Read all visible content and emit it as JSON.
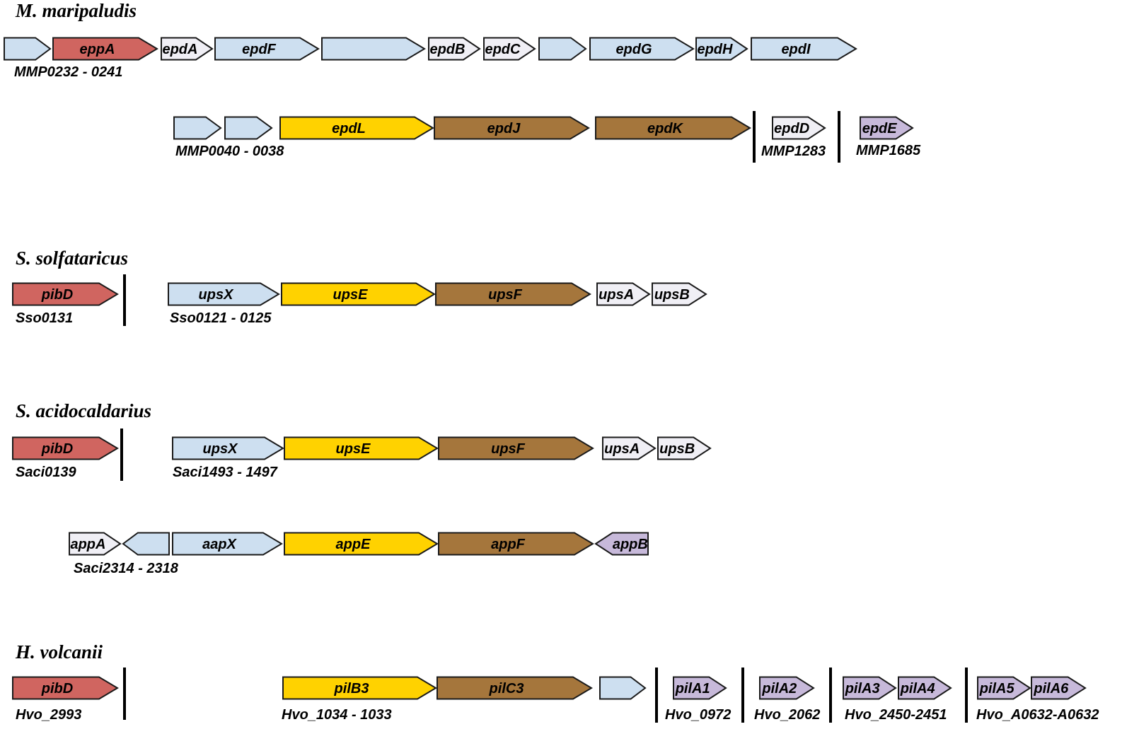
{
  "colors": {
    "red": "#d06560",
    "lightblue": "#cddff0",
    "yellow": "#ffd200",
    "brown": "#a5763c",
    "white": "#f0eff5",
    "purple": "#c7b9da",
    "stroke": "#1a1a1a"
  },
  "organisms": [
    {
      "name": "M. maripaludis",
      "rows": [
        {
          "genes": [
            {
              "label": "",
              "color": "lightblue",
              "dir": "right"
            },
            {
              "label": "eppA",
              "color": "red",
              "dir": "right"
            },
            {
              "label": "epdA",
              "color": "white",
              "dir": "right"
            },
            {
              "label": "epdF",
              "color": "lightblue",
              "dir": "right"
            },
            {
              "label": "",
              "color": "lightblue",
              "dir": "right"
            },
            {
              "label": "epdB",
              "color": "white",
              "dir": "right"
            },
            {
              "label": "epdC",
              "color": "white",
              "dir": "right"
            },
            {
              "label": "",
              "color": "lightblue",
              "dir": "right"
            },
            {
              "label": "epdG",
              "color": "lightblue",
              "dir": "right"
            },
            {
              "label": "epdH",
              "color": "lightblue",
              "dir": "right"
            },
            {
              "label": "epdI",
              "color": "lightblue",
              "dir": "right"
            }
          ],
          "loci": [
            "MMP0232 - 0241"
          ]
        },
        {
          "genes": [
            {
              "label": "",
              "color": "lightblue",
              "dir": "right"
            },
            {
              "label": "",
              "color": "lightblue",
              "dir": "right"
            },
            {
              "label": "epdL",
              "color": "yellow",
              "dir": "right"
            },
            {
              "label": "epdJ",
              "color": "brown",
              "dir": "right"
            },
            {
              "label": "epdK",
              "color": "brown",
              "dir": "right"
            },
            {
              "label": "epdD",
              "color": "white",
              "dir": "right"
            },
            {
              "label": "epdE",
              "color": "purple",
              "dir": "right"
            }
          ],
          "loci": [
            "MMP0040 - 0038",
            "MMP1283",
            "MMP1685"
          ]
        }
      ]
    },
    {
      "name": "S. solfataricus",
      "rows": [
        {
          "genes": [
            {
              "label": "pibD",
              "color": "red",
              "dir": "right"
            },
            {
              "label": "upsX",
              "color": "lightblue",
              "dir": "right"
            },
            {
              "label": "upsE",
              "color": "yellow",
              "dir": "right"
            },
            {
              "label": "upsF",
              "color": "brown",
              "dir": "right"
            },
            {
              "label": "upsA",
              "color": "white",
              "dir": "right"
            },
            {
              "label": "upsB",
              "color": "white",
              "dir": "right"
            }
          ],
          "loci": [
            "Sso0131",
            "Sso0121 - 0125"
          ]
        }
      ]
    },
    {
      "name": "S. acidocaldarius",
      "rows": [
        {
          "genes": [
            {
              "label": "pibD",
              "color": "red",
              "dir": "right"
            },
            {
              "label": "upsX",
              "color": "lightblue",
              "dir": "right"
            },
            {
              "label": "upsE",
              "color": "yellow",
              "dir": "right"
            },
            {
              "label": "upsF",
              "color": "brown",
              "dir": "right"
            },
            {
              "label": "upsA",
              "color": "white",
              "dir": "right"
            },
            {
              "label": "upsB",
              "color": "white",
              "dir": "right"
            }
          ],
          "loci": [
            "Saci0139",
            "Saci1493 - 1497"
          ]
        },
        {
          "genes": [
            {
              "label": "appA",
              "color": "white",
              "dir": "right"
            },
            {
              "label": "",
              "color": "lightblue",
              "dir": "left"
            },
            {
              "label": "aapX",
              "color": "lightblue",
              "dir": "right"
            },
            {
              "label": "appE",
              "color": "yellow",
              "dir": "right"
            },
            {
              "label": "appF",
              "color": "brown",
              "dir": "right"
            },
            {
              "label": "appB",
              "color": "purple",
              "dir": "left"
            }
          ],
          "loci": [
            "Saci2314 - 2318"
          ]
        }
      ]
    },
    {
      "name": "H. volcanii",
      "rows": [
        {
          "genes": [
            {
              "label": "pibD",
              "color": "red",
              "dir": "right"
            },
            {
              "label": "pilB3",
              "color": "yellow",
              "dir": "right"
            },
            {
              "label": "pilC3",
              "color": "brown",
              "dir": "right"
            },
            {
              "label": "",
              "color": "lightblue",
              "dir": "right"
            },
            {
              "label": "pilA1",
              "color": "purple",
              "dir": "right"
            },
            {
              "label": "pilA2",
              "color": "purple",
              "dir": "right"
            },
            {
              "label": "pilA3",
              "color": "purple",
              "dir": "right"
            },
            {
              "label": "pilA4",
              "color": "purple",
              "dir": "right"
            },
            {
              "label": "pilA5",
              "color": "purple",
              "dir": "right"
            },
            {
              "label": "pilA6",
              "color": "purple",
              "dir": "right"
            }
          ],
          "loci": [
            "Hvo_2993",
            "Hvo_1034 - 1033",
            "Hvo_0972",
            "Hvo_2062",
            "Hvo_2450-2451",
            "Hvo_A0632-A0632"
          ]
        }
      ]
    }
  ]
}
